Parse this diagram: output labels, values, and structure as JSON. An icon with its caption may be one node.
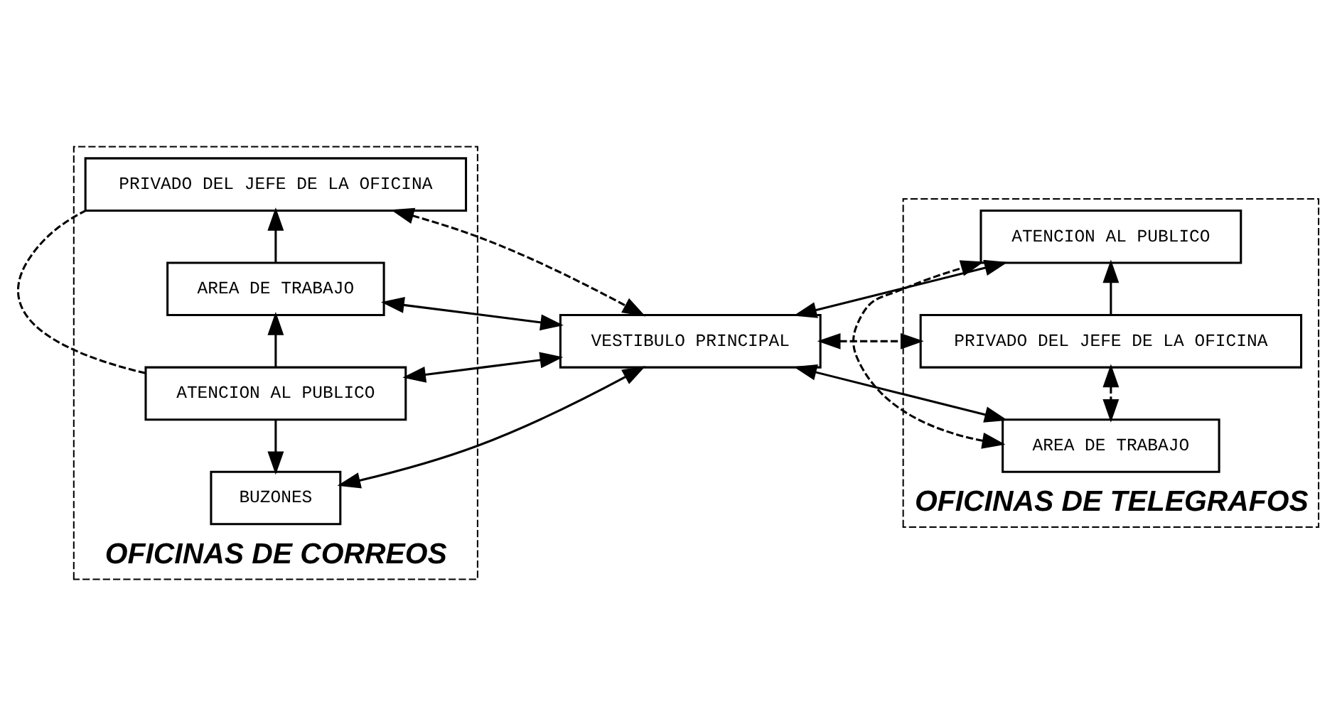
{
  "diagram": {
    "nodes": [
      {
        "text": [
          "OFICINAS DE CORREOS"
        ]
      },
      {
        "text": [
          "PRIVADO DEL JEFE DE LA OFICINA"
        ],
        "in": 0
      },
      {
        "text": [
          "AREA DE TRABAJO"
        ],
        "in": 0
      },
      {
        "text": [
          "ATENCION AL PUBLICO"
        ],
        "in": 0
      },
      {
        "text": [
          "BUZONES"
        ],
        "in": 0
      },
      {
        "text": [
          "VESTIBULO PRINCIPAL"
        ]
      },
      {
        "text": [
          "OFICINAS DE TELEGRAFOS"
        ]
      },
      {
        "text": [
          "ATENCION AL PUBLICO"
        ],
        "in": 6
      },
      {
        "text": [
          "PRIVADO DEL JEFE DE LA OFICINA"
        ],
        "in": 6
      },
      {
        "text": [
          "AREA DE TRABAJO"
        ],
        "in": 6
      }
    ],
    "edges": [
      {
        "from": 2,
        "to": 1,
        "arrow": "to"
      },
      {
        "from": 3,
        "to": 2,
        "arrow": "to"
      },
      {
        "from": 3,
        "to": 1,
        "arrow": "none",
        "style": "dashed"
      },
      {
        "from": 3,
        "to": 4,
        "arrow": "to"
      },
      {
        "from": 1,
        "to": 5,
        "arrow": "both",
        "style": "dashed"
      },
      {
        "from": 2,
        "to": 5,
        "arrow": "both"
      },
      {
        "from": 3,
        "to": 5,
        "arrow": "both"
      },
      {
        "from": 4,
        "to": 5,
        "arrow": "both"
      },
      {
        "from": 5,
        "to": 7,
        "arrow": "both"
      },
      {
        "from": 5,
        "to": 8,
        "arrow": "both",
        "style": "dashed"
      },
      {
        "from": 5,
        "to": 9,
        "arrow": "both"
      },
      {
        "from": 8,
        "to": 7,
        "arrow": "to"
      },
      {
        "from": 8,
        "to": 9,
        "arrow": "both",
        "style": "dashed"
      },
      {
        "from": 9,
        "to": 7,
        "arrow": "both",
        "style": "dashed"
      }
    ]
  }
}
